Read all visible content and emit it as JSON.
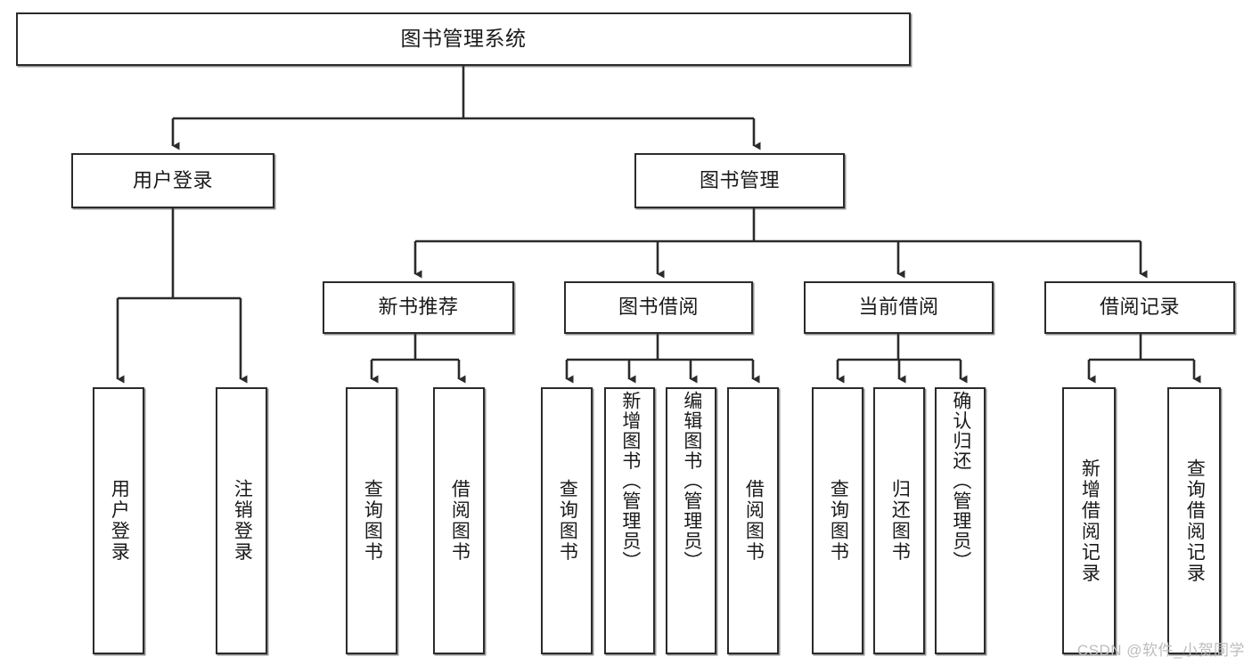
{
  "diagram": {
    "title": "图书管理系统",
    "type": "hierarchy-tree",
    "watermark": "CSDN @软件_小贺同学",
    "colors": {
      "box_border": "#2b2b2b",
      "box_fill": "#ffffff",
      "connector": "#2b2b2b",
      "text": "#1a1a1a",
      "watermark": "#bdbdbd"
    },
    "levels": [
      {
        "level": 1,
        "nodes": [
          {
            "id": "root",
            "label": "图书管理系统",
            "orientation": "horizontal"
          }
        ]
      },
      {
        "level": 2,
        "nodes": [
          {
            "id": "login",
            "label": "用户登录",
            "orientation": "horizontal",
            "parent": "root"
          },
          {
            "id": "bookmgmt",
            "label": "图书管理",
            "orientation": "horizontal",
            "parent": "root"
          }
        ]
      },
      {
        "level": 3,
        "nodes": [
          {
            "id": "newbook",
            "label": "新书推荐",
            "orientation": "horizontal",
            "parent": "bookmgmt"
          },
          {
            "id": "borrow",
            "label": "图书借阅",
            "orientation": "horizontal",
            "parent": "bookmgmt"
          },
          {
            "id": "current",
            "label": "当前借阅",
            "orientation": "horizontal",
            "parent": "bookmgmt"
          },
          {
            "id": "records",
            "label": "借阅记录",
            "orientation": "horizontal",
            "parent": "bookmgmt"
          }
        ]
      },
      {
        "level": 4,
        "nodes": [
          {
            "id": "leaf1",
            "label": "用户登录",
            "orientation": "vertical",
            "parent": "login"
          },
          {
            "id": "leaf2",
            "label": "注销登录",
            "orientation": "vertical",
            "parent": "login"
          },
          {
            "id": "leaf3",
            "label": "查询图书",
            "orientation": "vertical",
            "parent": "newbook"
          },
          {
            "id": "leaf4",
            "label": "借阅图书",
            "orientation": "vertical",
            "parent": "newbook"
          },
          {
            "id": "leaf5",
            "label": "查询图书",
            "orientation": "vertical",
            "parent": "borrow"
          },
          {
            "id": "leaf6",
            "label": "新增图书（管理员）",
            "orientation": "vertical",
            "parent": "borrow"
          },
          {
            "id": "leaf7",
            "label": "编辑图书（管理员）",
            "orientation": "vertical",
            "parent": "borrow"
          },
          {
            "id": "leaf8",
            "label": "借阅图书",
            "orientation": "vertical",
            "parent": "borrow"
          },
          {
            "id": "leaf9",
            "label": "查询图书",
            "orientation": "vertical",
            "parent": "current"
          },
          {
            "id": "leaf10",
            "label": "归还图书",
            "orientation": "vertical",
            "parent": "current"
          },
          {
            "id": "leaf11",
            "label": "确认归还（管理员）",
            "orientation": "vertical",
            "parent": "current"
          },
          {
            "id": "leaf12",
            "label": "新增借阅记录",
            "orientation": "vertical",
            "parent": "records"
          },
          {
            "id": "leaf13",
            "label": "查询借阅记录",
            "orientation": "vertical",
            "parent": "records"
          }
        ]
      }
    ]
  }
}
